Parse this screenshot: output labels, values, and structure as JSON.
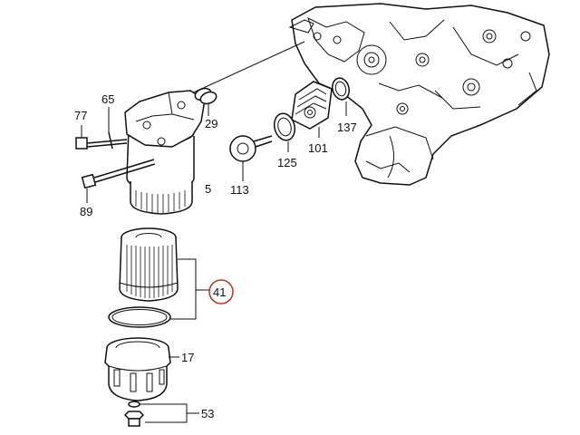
{
  "colors": {
    "line": "#111111",
    "background": "#ffffff",
    "highlight_circle": "#c0392b"
  },
  "labels": {
    "p77": "77",
    "p65": "65",
    "p29": "29",
    "p137": "137",
    "p101": "101",
    "p125": "125",
    "p113": "113",
    "p5": "5",
    "p89": "89",
    "p41": "41",
    "p17": "17",
    "p53": "53"
  }
}
